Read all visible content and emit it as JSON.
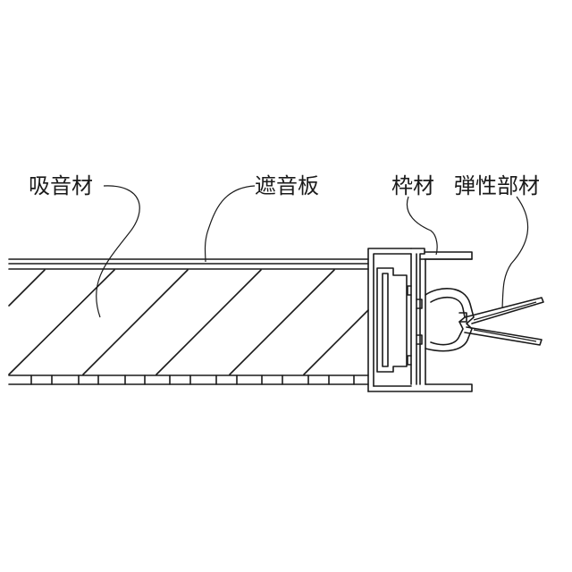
{
  "labels": {
    "absorber": "吸音材",
    "shield": "遮音板",
    "frame": "枠材",
    "elastic": "弾性部材"
  }
}
